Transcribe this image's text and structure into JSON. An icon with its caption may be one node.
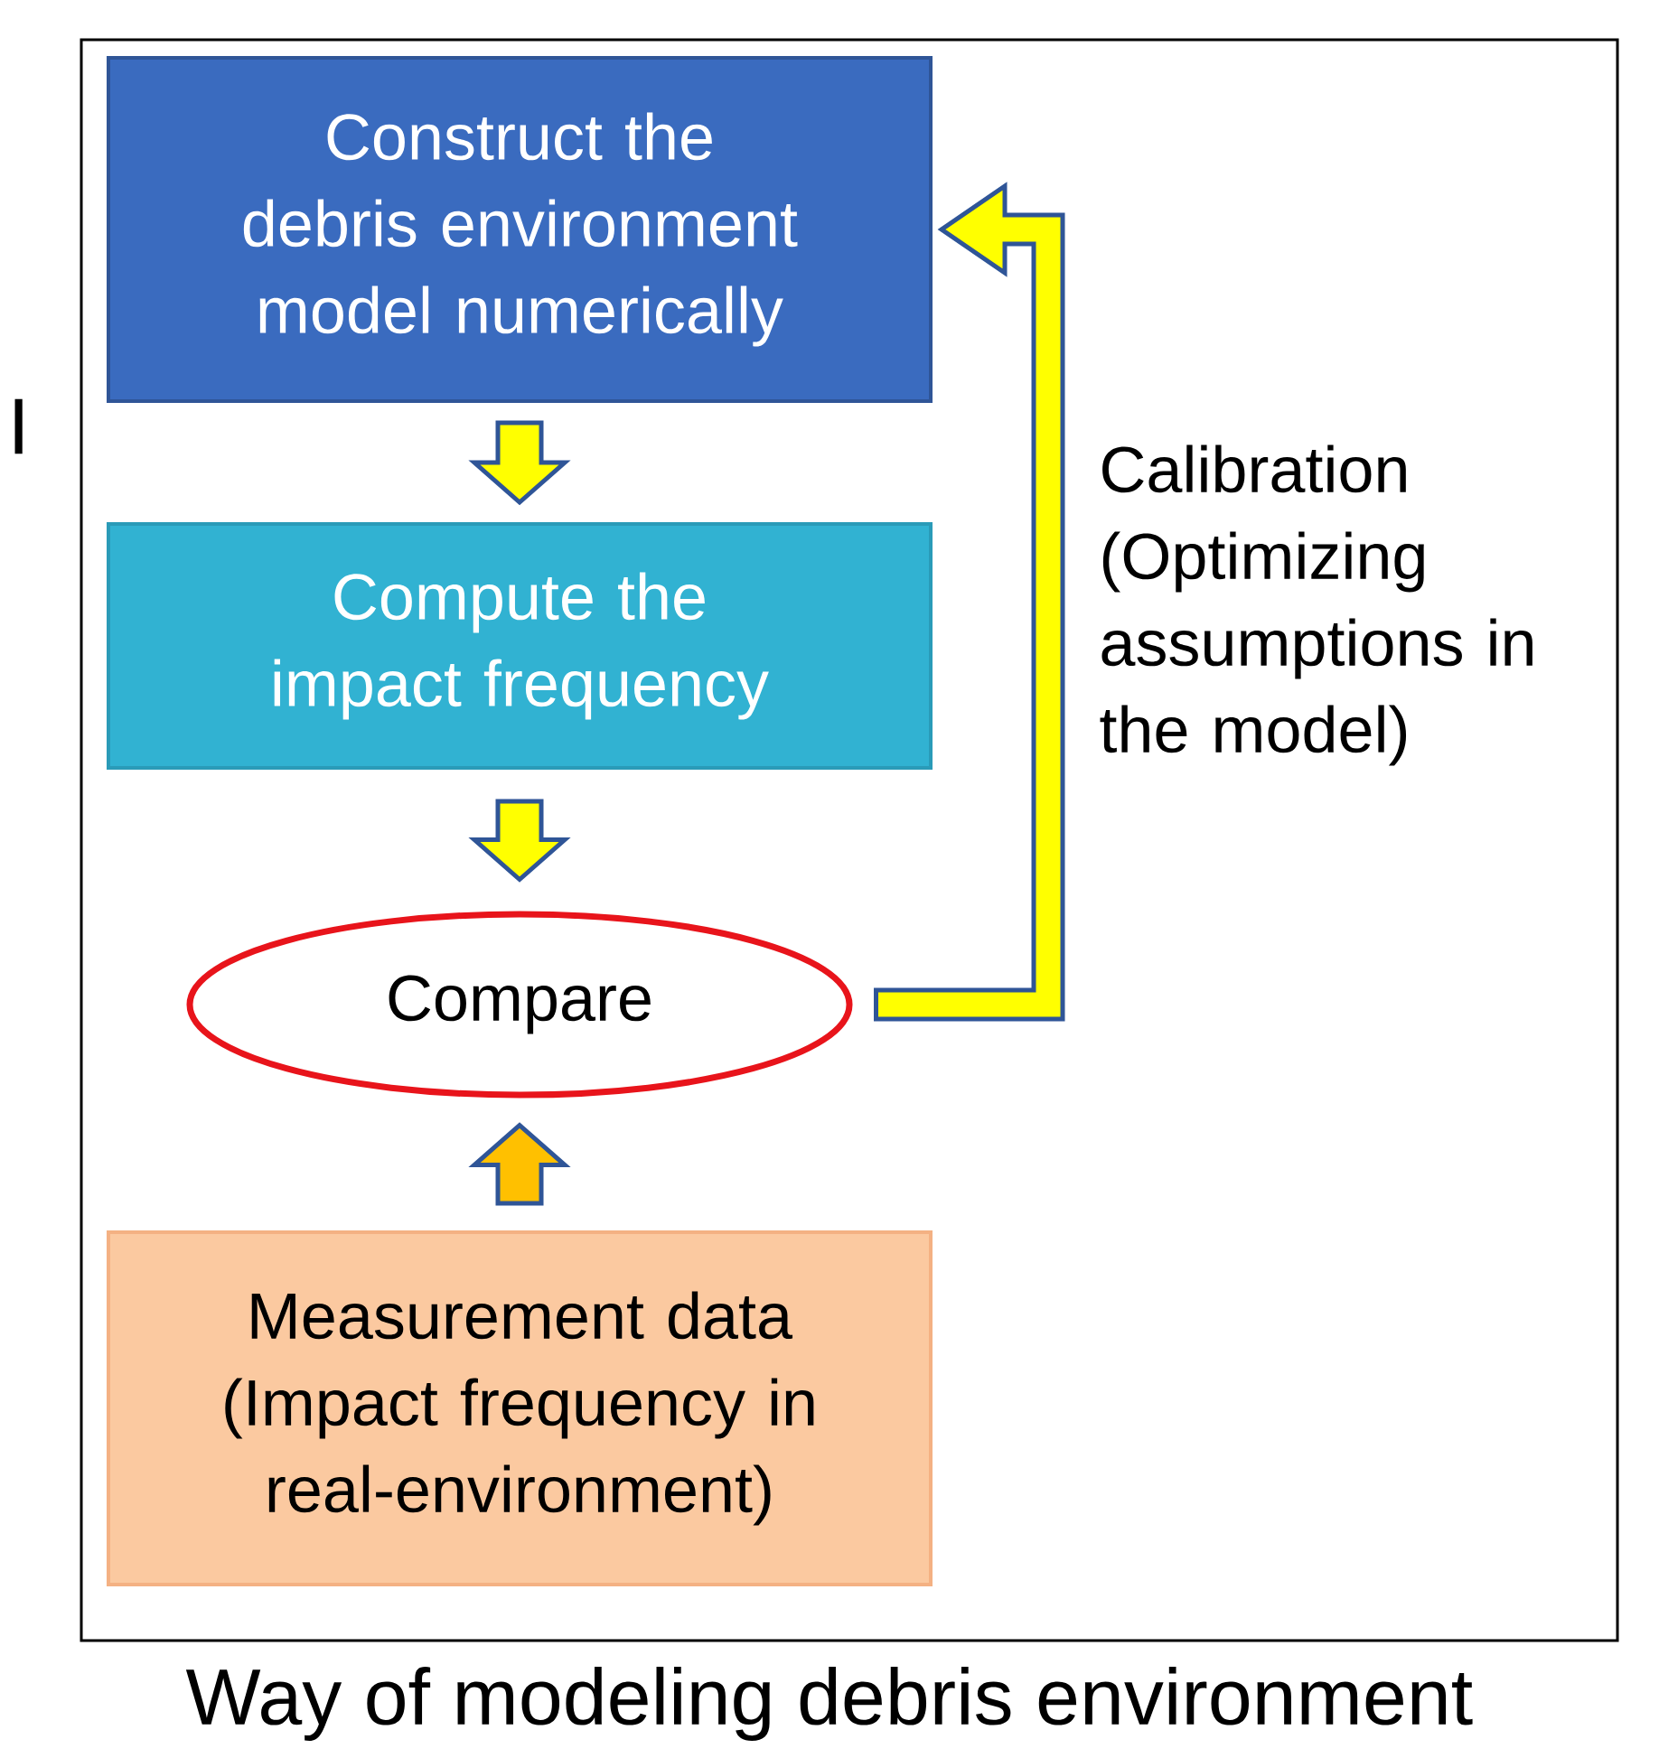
{
  "diagram": {
    "title": "Way of modeling debris environment",
    "nodes": [
      {
        "text": [
          "Construct the debris environment model numerically"
        ]
      },
      {
        "text": [
          "Compute the impact frequency"
        ]
      },
      {
        "text": [
          "Compare"
        ]
      },
      {
        "text": [
          "Measurement data",
          "(Impact frequency in real-environment)"
        ]
      }
    ],
    "edges": [
      {
        "from": 0,
        "to": 1,
        "arrow": "to"
      },
      {
        "from": 1,
        "to": 2,
        "arrow": "to"
      },
      {
        "from": 3,
        "to": 2,
        "arrow": "to",
        "color": "#ffc000"
      },
      {
        "from": 2,
        "to": 0,
        "arrow": "to",
        "label": "Calibration (Optimizing assumptions in the model)"
      }
    ],
    "labels": [
      "I"
    ]
  }
}
